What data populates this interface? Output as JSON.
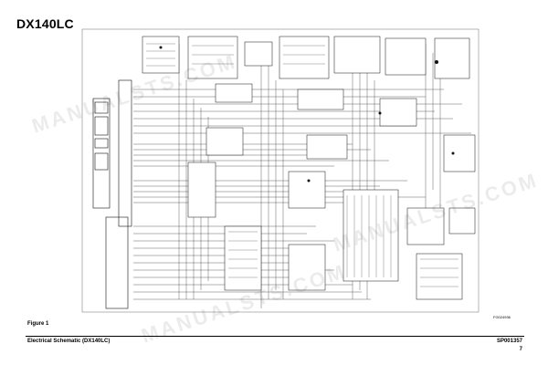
{
  "header": {
    "title": "DX140LC"
  },
  "figure": {
    "caption": "Figure 1",
    "id_code": "FG024936"
  },
  "footer": {
    "section": "Electrical Schematic (DX140LC)",
    "doc_code": "SP001357",
    "page": "7"
  },
  "watermark": {
    "text": "MANUALSTS.COM"
  }
}
